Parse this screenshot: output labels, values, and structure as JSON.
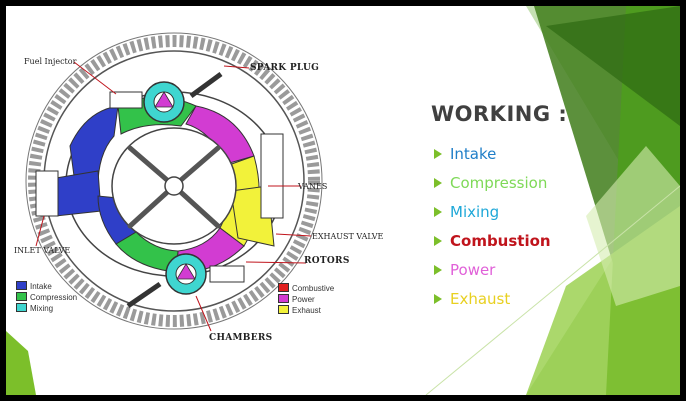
{
  "diagram": {
    "labels": {
      "fuel_injector": "Fuel Injector",
      "spark_plug": "SPARK PLUG",
      "vanes": "VANES",
      "exhaust_valve": "EXHAUST VALVE",
      "inlet_valve": "INLET VALVE",
      "rotors": "ROTORS",
      "chambers": "CHAMBERS"
    },
    "legend_left": [
      {
        "label": "Intake",
        "color": "#2f3fc8"
      },
      {
        "label": "Compression",
        "color": "#33c24a"
      },
      {
        "label": "Mixing",
        "color": "#3fd6d0"
      }
    ],
    "legend_right": [
      {
        "label": "Combustive",
        "color": "#e02020"
      },
      {
        "label": "Power",
        "color": "#d23cd2"
      },
      {
        "label": "Exhaust",
        "color": "#f2f23a"
      }
    ]
  },
  "working": {
    "title": "WORKING :",
    "steps": [
      {
        "label": "Intake",
        "color": "#1f7ec8"
      },
      {
        "label": "Compression",
        "color": "#7ed957"
      },
      {
        "label": "Mixing",
        "color": "#1fa8d8"
      },
      {
        "label": "Combustion",
        "color": "#c0141c"
      },
      {
        "label": "Power",
        "color": "#e060d8"
      },
      {
        "label": "Exhaust",
        "color": "#e8d020"
      }
    ]
  },
  "colors": {
    "accent_green": "#7cbf2a",
    "dark_green": "#3f7d1a"
  }
}
